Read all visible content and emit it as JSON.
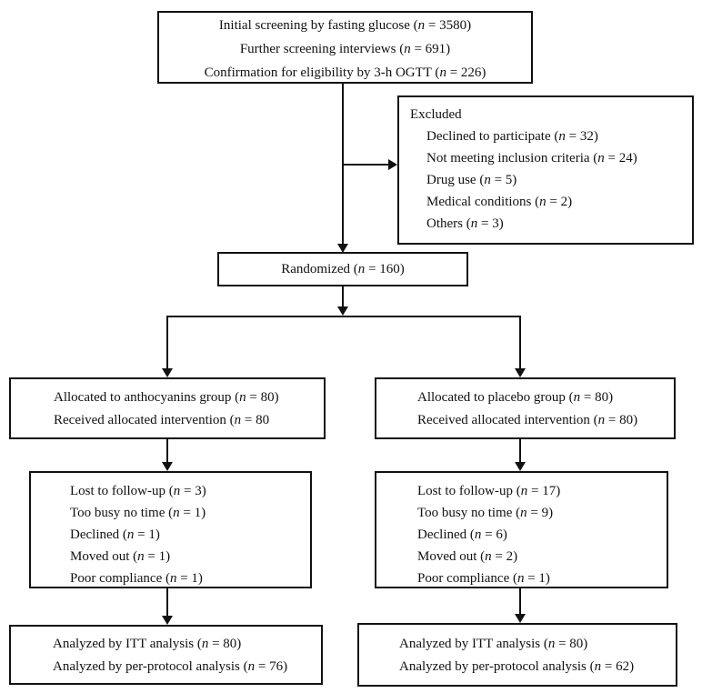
{
  "diagram": {
    "type": "consort-flowchart",
    "colors": {
      "line": "#111111",
      "background": "#ffffff",
      "text": "#111111"
    },
    "screening": {
      "lines": [
        "Initial screening by fasting glucose (n = 3580)",
        "Further screening interviews (n = 691)",
        "Confirmation for eligibility by 3-h OGTT (n = 226)"
      ]
    },
    "excluded": {
      "title": "Excluded",
      "items": [
        "Declined to participate (n = 32)",
        "Not meeting inclusion criteria (n = 24)",
        "Drug use (n = 5)",
        "Medical conditions (n = 2)",
        "Others (n = 3)"
      ]
    },
    "randomized": {
      "label": "Randomized (n = 160)"
    },
    "allocation_anthocyanins": {
      "lines": [
        "Allocated to anthocyanins group (n = 80)",
        "Received allocated intervention (n = 80"
      ]
    },
    "allocation_placebo": {
      "lines": [
        "Allocated to placebo group (n = 80)",
        "Received allocated intervention (n = 80)"
      ]
    },
    "followup_anthocyanins": {
      "lines": [
        "Lost to follow-up (n = 3)",
        "Too busy no time (n = 1)",
        "Declined (n = 1)",
        "Moved out (n = 1)",
        "Poor compliance (n = 1)"
      ]
    },
    "followup_placebo": {
      "lines": [
        "Lost to follow-up (n = 17)",
        "Too busy no time (n = 9)",
        "Declined (n = 6)",
        "Moved out (n = 2)",
        "Poor compliance (n = 1)"
      ]
    },
    "analysis_anthocyanins": {
      "lines": [
        "Analyzed by ITT analysis (n = 80)",
        "Analyzed by per-protocol analysis (n = 76)"
      ]
    },
    "analysis_placebo": {
      "lines": [
        "Analyzed by ITT analysis (n = 80)",
        "Analyzed by per-protocol analysis (n = 62)"
      ]
    }
  }
}
